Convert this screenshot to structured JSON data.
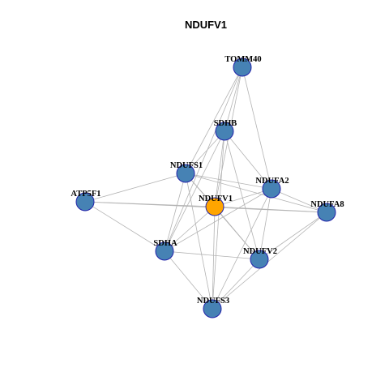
{
  "title": "NDUFV1",
  "colors": {
    "default_node": "#4682b4",
    "focus_node": "#ffa500",
    "node_border": "#2222aa",
    "edge": "#b3b3b3"
  },
  "focus": "NDUFV1",
  "nodes": [
    {
      "id": "TOMM40",
      "label": "TOMM40"
    },
    {
      "id": "SDHB",
      "label": "SDHB"
    },
    {
      "id": "NDUFS1",
      "label": "NDUFS1"
    },
    {
      "id": "NDUFA2",
      "label": "NDUFA2"
    },
    {
      "id": "ATP5F1",
      "label": "ATP5F1"
    },
    {
      "id": "NDUFV1",
      "label": "NDUFV1"
    },
    {
      "id": "NDUFA8",
      "label": "NDUFA8"
    },
    {
      "id": "SDHA",
      "label": "SDHA"
    },
    {
      "id": "NDUFV2",
      "label": "NDUFV2"
    },
    {
      "id": "NDUFS3",
      "label": "NDUFS3"
    }
  ],
  "edges": [
    [
      "TOMM40",
      "SDHB"
    ],
    [
      "TOMM40",
      "NDUFS1"
    ],
    [
      "TOMM40",
      "NDUFV1"
    ],
    [
      "TOMM40",
      "NDUFA2"
    ],
    [
      "TOMM40",
      "SDHA"
    ],
    [
      "SDHB",
      "NDUFS1"
    ],
    [
      "SDHB",
      "NDUFV1"
    ],
    [
      "SDHB",
      "NDUFA2"
    ],
    [
      "SDHB",
      "SDHA"
    ],
    [
      "SDHB",
      "NDUFV2"
    ],
    [
      "SDHB",
      "NDUFS3"
    ],
    [
      "NDUFS1",
      "ATP5F1"
    ],
    [
      "NDUFS1",
      "NDUFV1"
    ],
    [
      "NDUFS1",
      "NDUFA2"
    ],
    [
      "NDUFS1",
      "NDUFA8"
    ],
    [
      "NDUFS1",
      "SDHA"
    ],
    [
      "NDUFS1",
      "NDUFV2"
    ],
    [
      "NDUFS1",
      "NDUFS3"
    ],
    [
      "ATP5F1",
      "SDHA"
    ],
    [
      "ATP5F1",
      "NDUFV1"
    ],
    [
      "ATP5F1",
      "NDUFA8"
    ],
    [
      "NDUFA2",
      "NDUFV1"
    ],
    [
      "NDUFA2",
      "NDUFA8"
    ],
    [
      "NDUFA2",
      "SDHA"
    ],
    [
      "NDUFA2",
      "NDUFV2"
    ],
    [
      "NDUFA2",
      "NDUFS3"
    ],
    [
      "NDUFV1",
      "NDUFA8"
    ],
    [
      "NDUFV1",
      "SDHA"
    ],
    [
      "NDUFV1",
      "NDUFV2"
    ],
    [
      "NDUFV1",
      "NDUFS3"
    ],
    [
      "NDUFA8",
      "NDUFV2"
    ],
    [
      "NDUFA8",
      "NDUFS3"
    ],
    [
      "SDHA",
      "NDUFV2"
    ],
    [
      "SDHA",
      "NDUFS3"
    ],
    [
      "NDUFV2",
      "NDUFS3"
    ]
  ]
}
